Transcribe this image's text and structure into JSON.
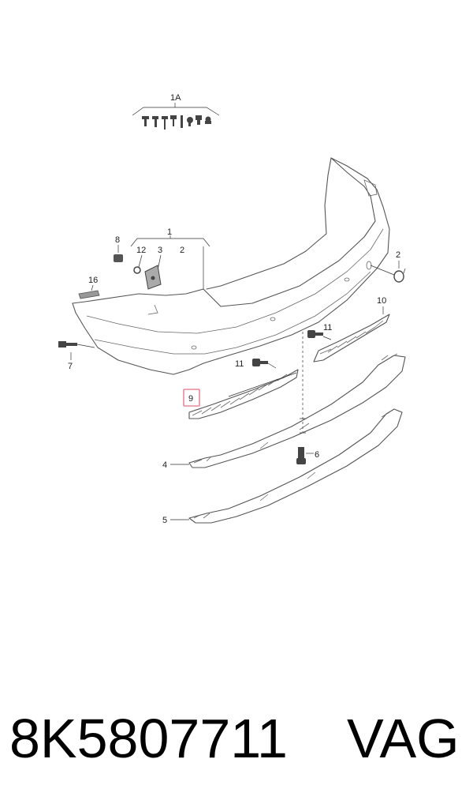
{
  "callouts": {
    "c1A": "1A",
    "c1": "1",
    "c2a": "2",
    "c2b": "2",
    "c3": "3",
    "c4": "4",
    "c5": "5",
    "c6": "6",
    "c7": "7",
    "c8": "8",
    "c9": "9",
    "c10": "10",
    "c11a": "11",
    "c11b": "11",
    "c12": "12",
    "c16": "16"
  },
  "highlight_color": "#e88a96",
  "caption": {
    "part_number": "8K5807711",
    "brand": "VAG"
  }
}
